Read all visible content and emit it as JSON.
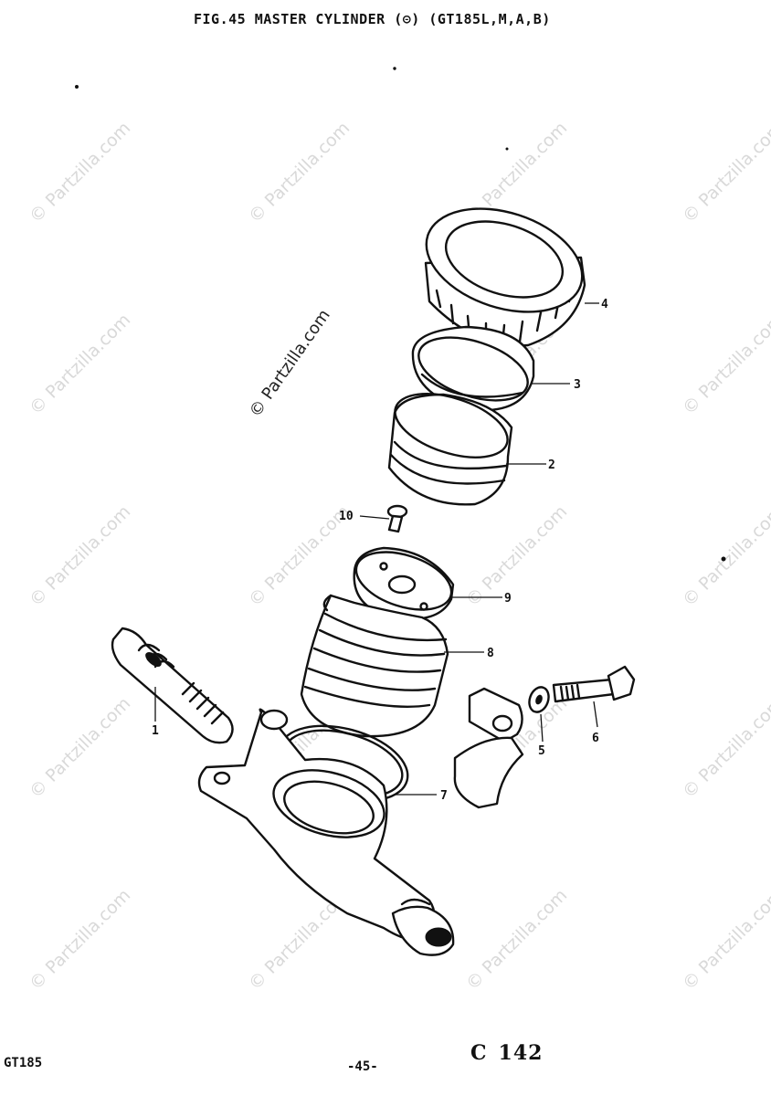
{
  "header": {
    "title": "FIG.45  MASTER CYLINDER (⊝)  (GT185L,M,A,B)"
  },
  "watermark": {
    "text": "© Partzilla.com"
  },
  "callouts": [
    "1",
    "2",
    "3",
    "4",
    "5",
    "6",
    "7",
    "8",
    "9",
    "10"
  ],
  "footer": {
    "model": "GT185",
    "page": "-45-",
    "code_letter": "C",
    "code_number": "142"
  }
}
